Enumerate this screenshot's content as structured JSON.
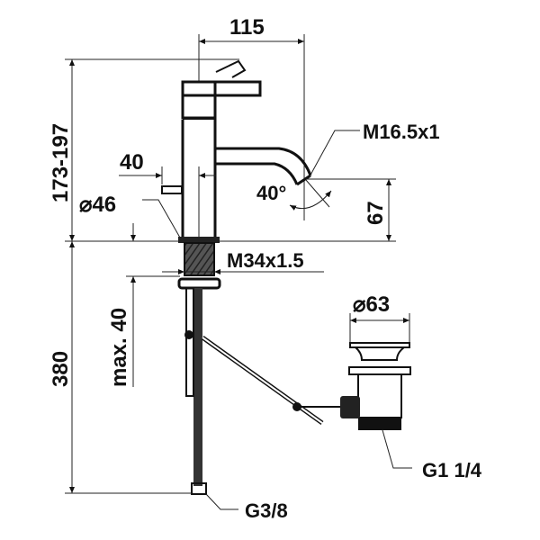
{
  "drawing": {
    "subject": "Single-lever basin mixer with pop-up waste",
    "colors": {
      "line": "#111111",
      "background": "#ffffff",
      "hatch": "#333333"
    },
    "dimensions": {
      "spout_reach": "115",
      "total_height": "173-197",
      "lever_rod_offset": "40",
      "body_diameter": "⌀46",
      "spout_angle": "40°",
      "spout_outlet_height": "67",
      "shank_thread": "M34x1.5",
      "aerator_thread": "M16.5x1",
      "max_deck_thickness": "max. 40",
      "hose_length": "380",
      "waste_diameter": "⌀63",
      "waste_thread": "G1 1/4",
      "supply_connection": "G3/8"
    }
  }
}
